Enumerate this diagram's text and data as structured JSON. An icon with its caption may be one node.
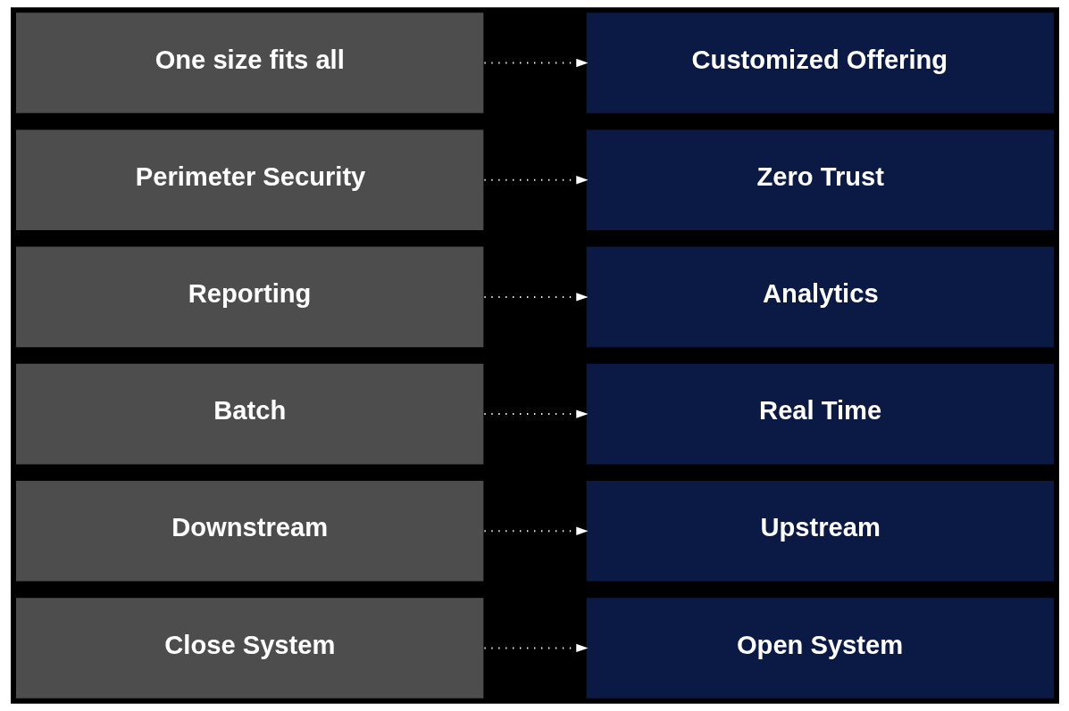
{
  "diagram": {
    "nodes": [
      {
        "text": [
          "Close System"
        ]
      },
      {
        "text": [
          "Open System"
        ]
      },
      {
        "text": [
          "Downstream"
        ]
      },
      {
        "text": [
          "Upstream"
        ]
      },
      {
        "text": [
          "Batch"
        ]
      },
      {
        "text": [
          "Real Time"
        ]
      },
      {
        "text": [
          "Reporting"
        ]
      },
      {
        "text": [
          "Analytics"
        ]
      },
      {
        "text": [
          "Perimeter Security"
        ]
      },
      {
        "text": [
          "Zero Trust"
        ]
      },
      {
        "text": [
          "One size fits all"
        ]
      },
      {
        "text": [
          "Customized Offering"
        ]
      }
    ],
    "edges": [
      {
        "from": 0,
        "to": 1,
        "arrow": "to",
        "style": "dashed"
      },
      {
        "from": 2,
        "to": 3,
        "arrow": "to",
        "style": "dashed"
      },
      {
        "from": 4,
        "to": 5,
        "arrow": "to",
        "style": "dashed"
      },
      {
        "from": 6,
        "to": 7,
        "arrow": "to",
        "style": "dashed"
      },
      {
        "from": 8,
        "to": 9,
        "arrow": "to",
        "style": "dashed"
      },
      {
        "from": 10,
        "to": 11,
        "arrow": "to",
        "style": "dashed"
      }
    ]
  }
}
